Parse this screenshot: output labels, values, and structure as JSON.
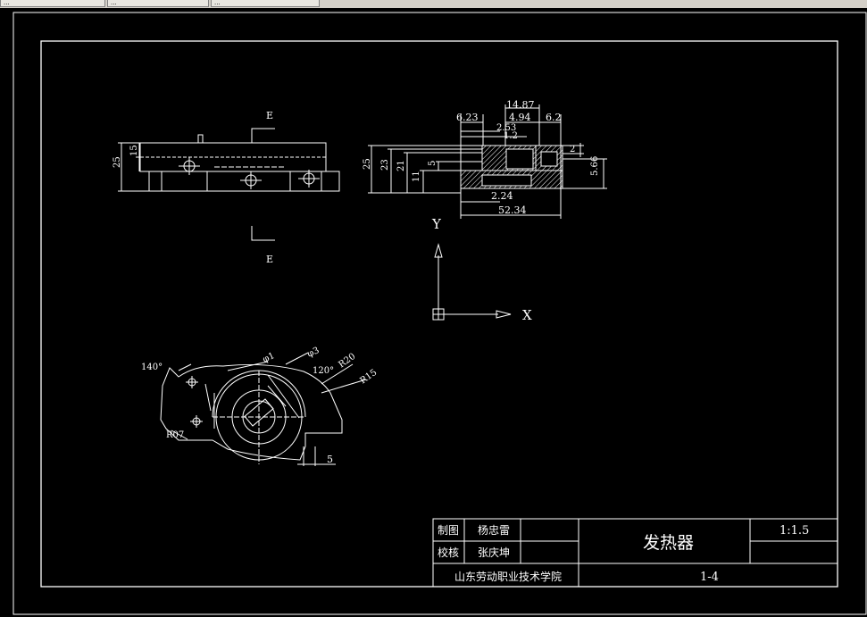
{
  "tabs": [
    {
      "label": "..."
    },
    {
      "label": "..."
    },
    {
      "label": "..."
    }
  ],
  "colors": {
    "background": "#000000",
    "lines": "#ffffff",
    "window": "#d4d0c8"
  },
  "view_e": {
    "section_label_top": "E",
    "section_label_bottom": "E",
    "dim_height": "25",
    "dim_inner": "15"
  },
  "side_view": {
    "dim_1487": "14.87",
    "dim_623": "6.23",
    "dim_494": "4.94",
    "dim_62": "6.2",
    "dim_253": "2.53",
    "dim_12": "1.2",
    "dim_2": "2",
    "dim_25": "25",
    "dim_23": "23",
    "dim_21": "21",
    "dim_11": "11",
    "dim_5": "5",
    "dim_566": "5.66",
    "dim_224": "2.24",
    "dim_5234": "52.34"
  },
  "ucs": {
    "y_label": "Y",
    "x_label": "X"
  },
  "plan_view": {
    "angle_140": "140°",
    "phi1": "φ1",
    "phi3": "φ3",
    "angle_120": "120°",
    "r20": "R20",
    "r15": "R15",
    "r07": "R07",
    "dim_5": "5"
  },
  "title_block": {
    "drawn_label": "制图",
    "drawn_name": "杨忠雷",
    "checked_label": "校核",
    "checked_name": "张庆坤",
    "part_name": "发热器",
    "scale": "1:1.5",
    "school": "山东劳动职业技术学院",
    "drawing_no": "1-4"
  }
}
